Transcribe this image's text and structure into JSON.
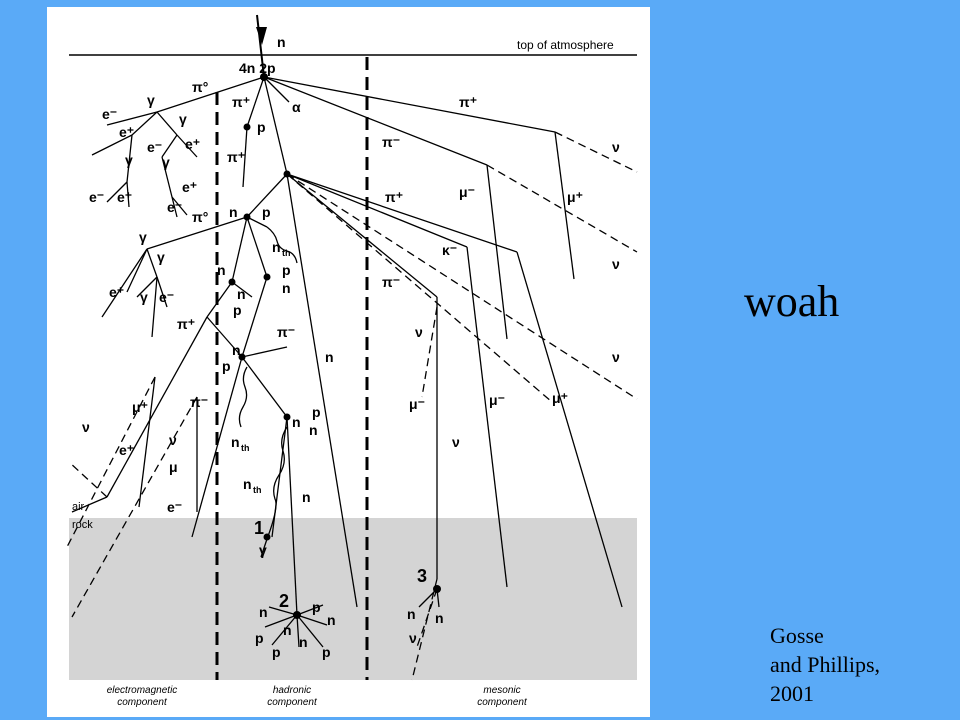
{
  "slide": {
    "title": "woah",
    "citation": [
      "Gosse",
      "and Phillips,",
      "2001"
    ]
  },
  "diagram": {
    "top_label": "top of atmosphere",
    "air_label": "air",
    "rock_label": "rock",
    "components": [
      {
        "line1": "electromagnetic",
        "line2": "component"
      },
      {
        "line1": "hadronic",
        "line2": "component"
      },
      {
        "line1": "mesonic",
        "line2": "component"
      }
    ],
    "numbers": [
      "1",
      "2",
      "3"
    ],
    "particles": {
      "incoming": "n",
      "first_products": "4n  2p",
      "pi0": "π°",
      "piplus": "π⁺",
      "piminus": "π⁻",
      "kminus": "κ⁻",
      "muplus": "μ⁺",
      "muminus": "μ⁻",
      "mu": "μ",
      "nu": "ν",
      "gamma": "γ",
      "alpha": "α",
      "eplus": "e⁺",
      "eminus": "e⁻",
      "n": "n",
      "p": "p",
      "nth": "n",
      "th": "th"
    }
  }
}
